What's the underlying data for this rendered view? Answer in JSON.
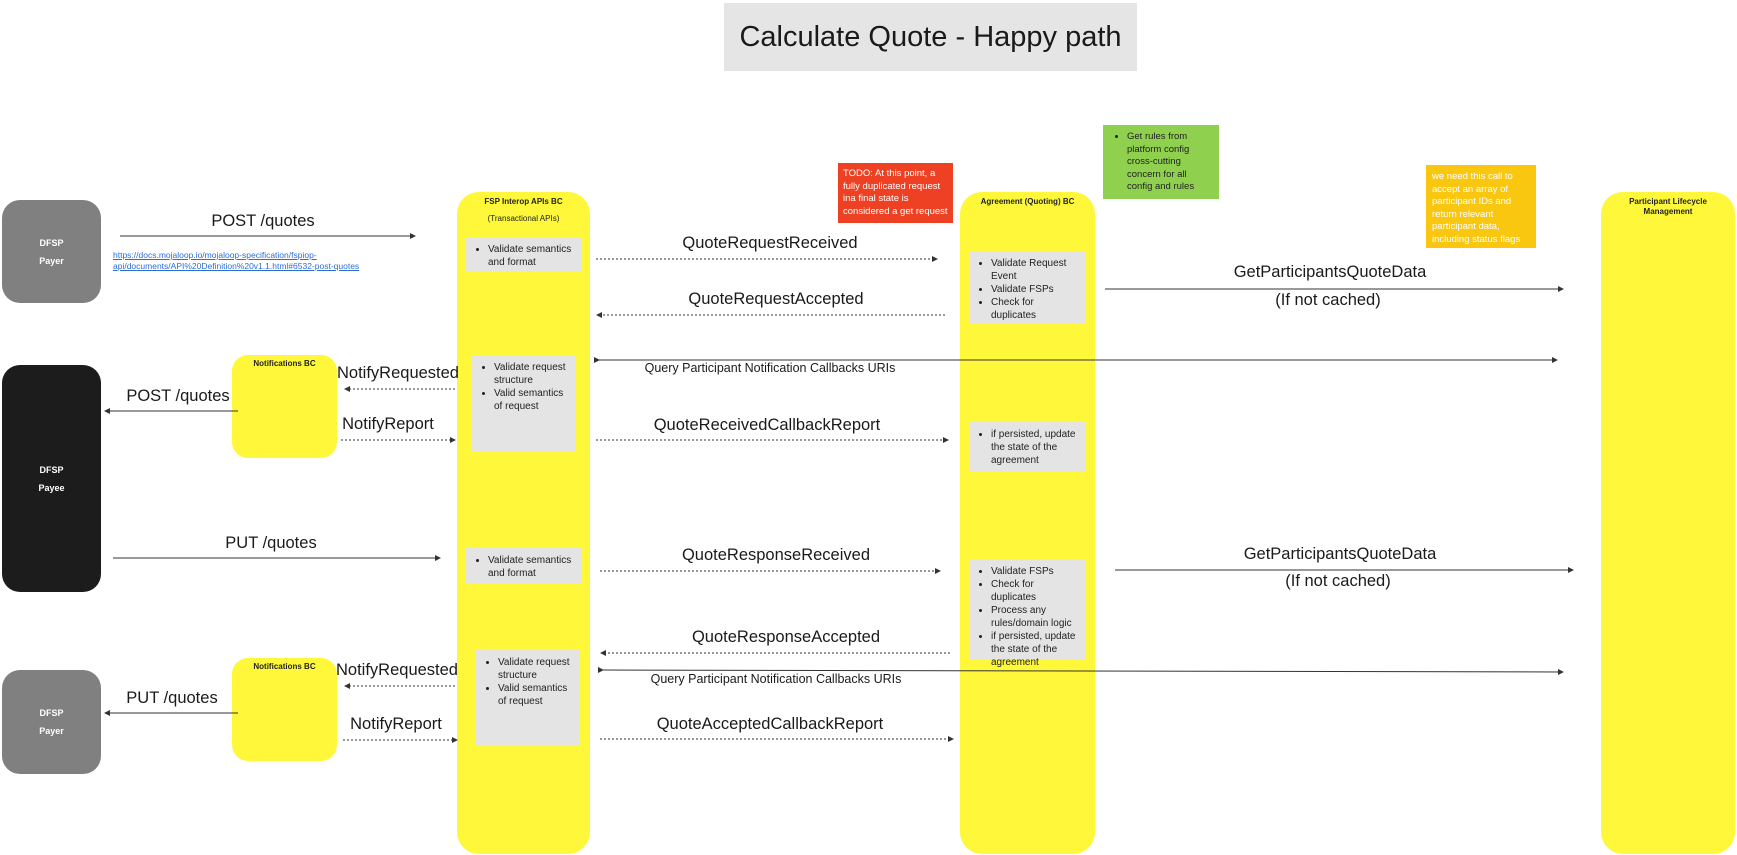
{
  "title": "Calculate Quote - Happy path",
  "actors": {
    "payer_top": {
      "line1": "DFSP",
      "line2": "Payer"
    },
    "payee": {
      "line1": "DFSP",
      "line2": "Payee"
    },
    "payer_bottom": {
      "line1": "DFSP",
      "line2": "Payer"
    }
  },
  "lanes": {
    "fsp": {
      "title": "FSP Interop APIs BC",
      "subtitle": "(Transactional APIs)"
    },
    "agreement": {
      "title": "Agreement (Quoting) BC"
    },
    "participant": {
      "title": "Participant Lifecycle Management"
    }
  },
  "notifications_bc": {
    "title": "Notifications BC"
  },
  "notes": {
    "fsp_validate_1": [
      "Validate semantics and format"
    ],
    "fsp_validate_2": [
      "Validate request structure",
      "Valid semantics of request"
    ],
    "fsp_validate_3": [
      "Validate semantics and format"
    ],
    "fsp_validate_4": [
      "Validate request structure",
      "Valid semantics of request"
    ],
    "agr_1": [
      "Validate Request Event",
      "Validate FSPs",
      "Check for duplicates"
    ],
    "agr_2": [
      "if persisted, update the state of the agreement"
    ],
    "agr_3": [
      "Validate FSPs",
      "Check for duplicates",
      "Process any rules/domain logic",
      "if persisted, update the state of the agreement"
    ]
  },
  "stickies": {
    "todo": "TODO: At this point, a fully duplicated request ina final state is considered a get request",
    "rules": [
      "Get rules from platform config cross-cutting concern for all config and rules"
    ],
    "array": "we need this call to accept an array of participant IDs and return relevant participant data, including status flags"
  },
  "link": "https://docs.mojaloop.io/mojaloop-specification/fspiop-api/documents/API%20Definition%20v1.1.html#6532-post-quotes",
  "labels": {
    "post_quotes_1": "POST /quotes",
    "quote_request_received": "QuoteRequestReceived",
    "quote_request_accepted": "QuoteRequestAccepted",
    "get_participants_1": "GetParticipantsQuoteData",
    "if_not_cached_1": "(If not cached)",
    "query_callbacks_1": "Query Participant Notification Callbacks URIs",
    "notify_requested_1": "NotifyRequested",
    "post_quotes_2": "POST /quotes",
    "notify_report_1": "NotifyReport",
    "quote_received_callback": "QuoteReceivedCallbackReport",
    "put_quotes_1": "PUT /quotes",
    "quote_response_received": "QuoteResponseReceived",
    "get_participants_2": "GetParticipantsQuoteData",
    "if_not_cached_2": "(If not cached)",
    "quote_response_accepted": "QuoteResponseAccepted",
    "query_callbacks_2": "Query Participant Notification Callbacks URIs",
    "notify_requested_2": "NotifyRequested",
    "put_quotes_2": "PUT /quotes",
    "notify_report_2": "NotifyReport",
    "quote_accepted_callback": "QuoteAcceptedCallbackReport"
  },
  "colors": {
    "lane": "#fff83a",
    "actor_grey": "#808080",
    "actor_black": "#1c1c1c",
    "note_grey": "#e4e4e4",
    "sticky_red": "#ee4123",
    "sticky_green": "#8fd14f",
    "sticky_orange": "#fac710"
  }
}
